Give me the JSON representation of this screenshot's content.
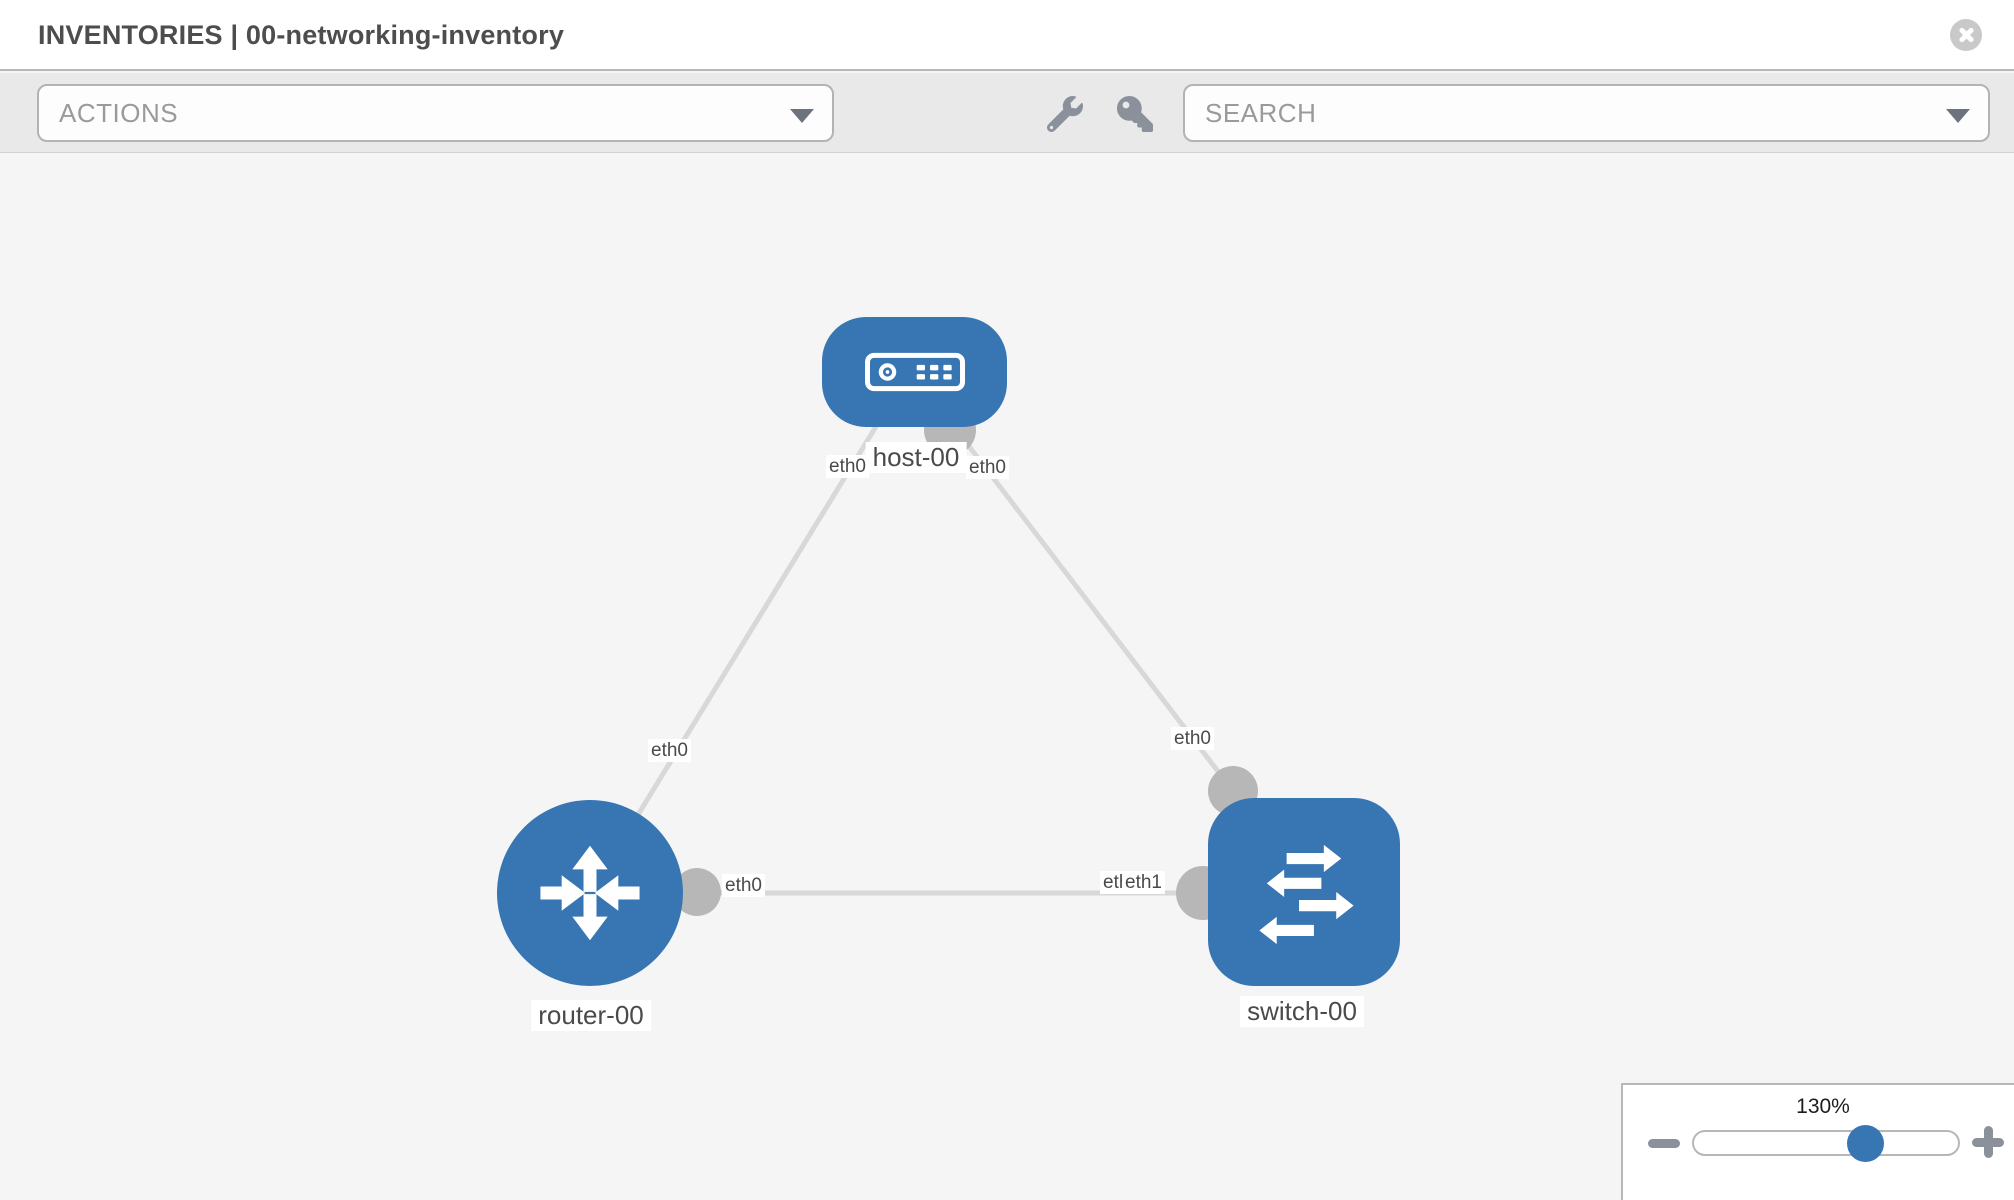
{
  "header": {
    "title": "INVENTORIES | 00-networking-inventory"
  },
  "toolbar": {
    "actions_label": "ACTIONS",
    "search_label": "SEARCH"
  },
  "canvas": {
    "nodes": [
      {
        "label": "host-00",
        "type": "host"
      },
      {
        "label": "router-00",
        "type": "router"
      },
      {
        "label": "switch-00",
        "type": "switch"
      }
    ],
    "links": [
      {
        "from": "router-00",
        "to": "host-00",
        "from_interface": "eth0",
        "to_interface": "eth0"
      },
      {
        "from": "host-00",
        "to": "switch-00",
        "from_interface": "eth0",
        "to_interface": "eth0"
      },
      {
        "from": "router-00",
        "to": "switch-00",
        "from_interface": "eth0",
        "to_interface": "eth1"
      }
    ],
    "interface_labels": {
      "rh_host": "eth0",
      "hs_host": "eth0",
      "rh_router": "eth0",
      "hs_switch": "eth0",
      "rs_router": "eth0",
      "rs_switch_back": "eth0",
      "rs_switch_front": "eth1"
    }
  },
  "zoom": {
    "level": "130%"
  },
  "colors": {
    "node_blue": "#3775b3",
    "link_gray": "#d8d8d8",
    "connector_gray": "#b7b7b7",
    "toolbar_bg": "#e9e9e9",
    "canvas_bg": "#f5f5f6"
  }
}
